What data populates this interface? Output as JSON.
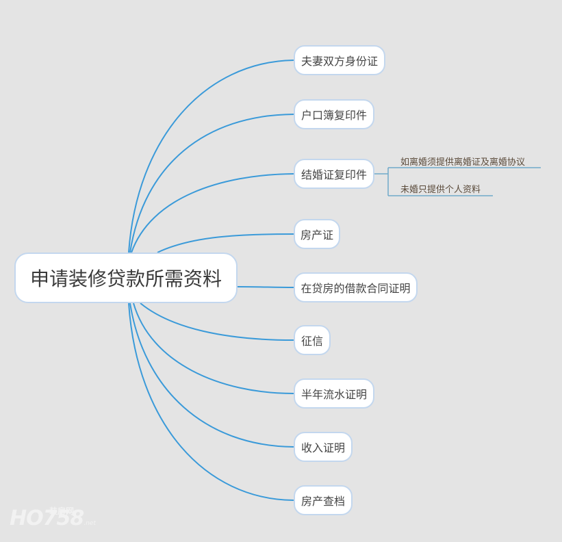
{
  "root": {
    "label": "申请装修贷款所需资料"
  },
  "children": [
    {
      "label": "夫妻双方身份证"
    },
    {
      "label": "户口簿复印件"
    },
    {
      "label": "结婚证复印件",
      "subitems": [
        {
          "label": "如离婚须提供离婚证及离婚协议"
        },
        {
          "label": "未婚只提供个人资料"
        }
      ]
    },
    {
      "label": "房产证"
    },
    {
      "label": "在贷房的借款合同证明"
    },
    {
      "label": "征信"
    },
    {
      "label": "半年流水证明"
    },
    {
      "label": "收入证明"
    },
    {
      "label": "房产查档"
    }
  ],
  "colors": {
    "link": "#3a9ad9",
    "node_border": "#c3d7ee",
    "background": "#e4e4e4"
  },
  "watermark": {
    "main": "HO758",
    "top": "装房网",
    "suffix": ".net"
  }
}
